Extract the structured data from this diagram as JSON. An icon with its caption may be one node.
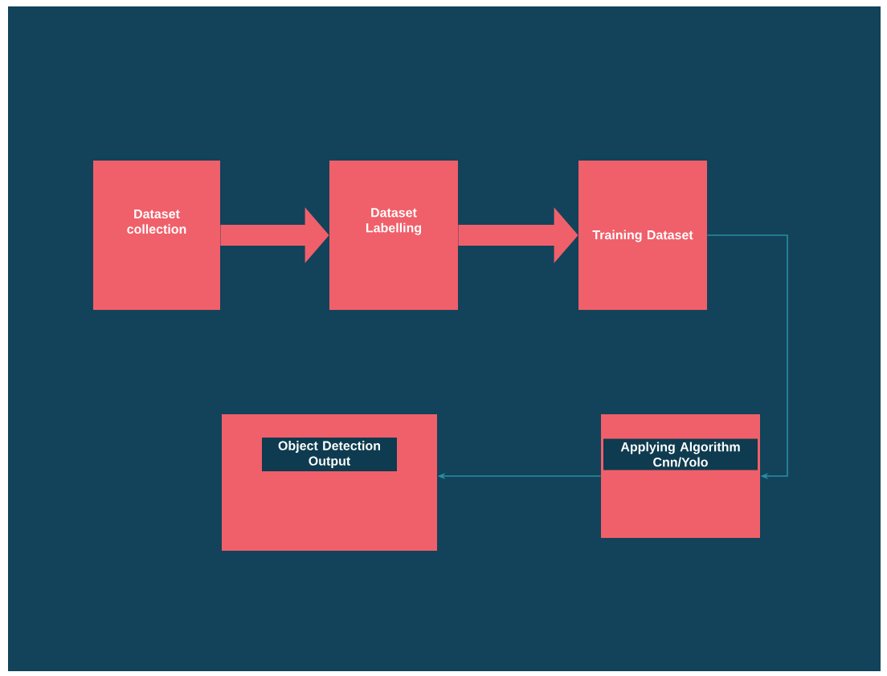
{
  "diagram": {
    "nodes": [
      {
        "text": [
          "Dataset collection"
        ]
      },
      {
        "text": [
          "Dataset Labelling"
        ]
      },
      {
        "text": [
          "Training Dataset"
        ]
      },
      {
        "text": [
          "Applying Algorithm Cnn/Yolo"
        ]
      },
      {
        "text": [
          "Object Detection Output"
        ]
      }
    ],
    "edges": [
      {
        "from": 0,
        "to": 1,
        "arrow": "to",
        "style": "thick"
      },
      {
        "from": 1,
        "to": 2,
        "arrow": "to",
        "style": "thick"
      },
      {
        "from": 2,
        "to": 3,
        "arrow": "to",
        "color": "#2a8ea3"
      },
      {
        "from": 3,
        "to": 4,
        "arrow": "to",
        "color": "#2a8ea3"
      }
    ]
  }
}
